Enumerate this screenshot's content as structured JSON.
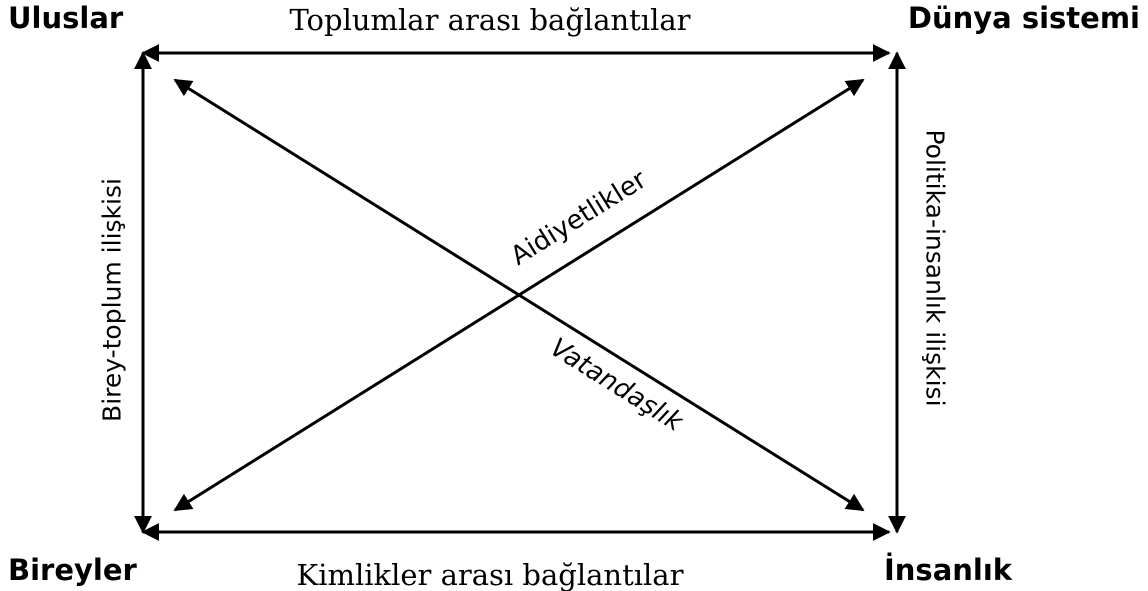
{
  "corners": {
    "top_left": "Uluslar",
    "top_right": "Dünya sistemi",
    "bottom_left": "Bireyler",
    "bottom_right": "İnsanlık"
  },
  "edges": {
    "top": "Toplumlar arası bağlantılar",
    "bottom": "Kimlikler arası bağlantılar",
    "left": "Birey-toplum ilişkisi",
    "right": "Politika-insanlık ilişkisi"
  },
  "diagonals": {
    "rising": "Aidiyetlikler",
    "falling": "Vatandaşlık"
  }
}
